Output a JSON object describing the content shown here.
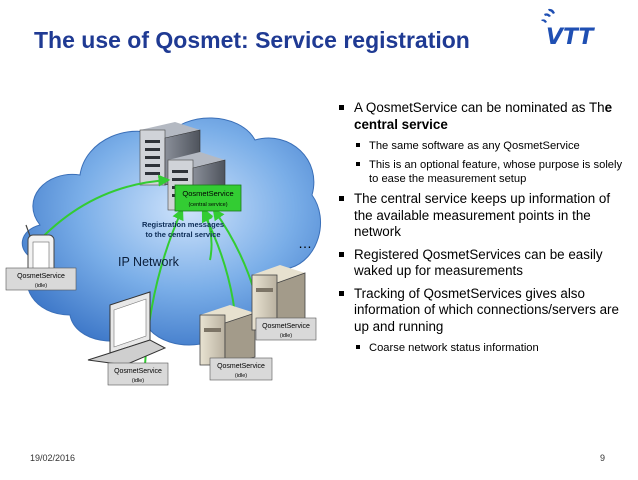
{
  "slide": {
    "title": "The use of Qosmet: Service registration"
  },
  "logo": {
    "name": "VTT logo",
    "text": "VTT"
  },
  "diagram": {
    "network_label": "IP Network",
    "ellipsis": "…",
    "registration_note": [
      "Registration messages",
      "to the central service"
    ],
    "services": [
      {
        "name": "QosmetService",
        "status": "(central service)"
      },
      {
        "name": "QosmetService",
        "status": "(idle)"
      },
      {
        "name": "QosmetService",
        "status": "(idle)"
      },
      {
        "name": "QosmetService",
        "status": "(idle)"
      },
      {
        "name": "QosmetService",
        "status": "(idle)"
      }
    ],
    "colors": {
      "cloud": "#5b93d6",
      "arrows": "#33cc33",
      "central_box": "#33cc33",
      "label_box": "#d9d9d9"
    }
  },
  "bullets": [
    {
      "level": 1,
      "text": "A QosmetService can be nominated as Th",
      "bold": "e central service"
    },
    {
      "level": 2,
      "text": "The same software as any QosmetService"
    },
    {
      "level": 2,
      "text": "This is an optional feature, whose purpose is solely to ease the measurement setup"
    },
    {
      "level": 1,
      "text": "The central service keeps up information of the available measurement points in the network"
    },
    {
      "level": 1,
      "text": "Registered QosmetServices can be easily waked up for measurements"
    },
    {
      "level": 1,
      "text": "Tracking of QosmetServices gives also information of which connections/servers are up and running"
    },
    {
      "level": 2,
      "text": "Coarse network status information"
    }
  ],
  "footer": {
    "date": "19/02/2016",
    "page": "9"
  }
}
